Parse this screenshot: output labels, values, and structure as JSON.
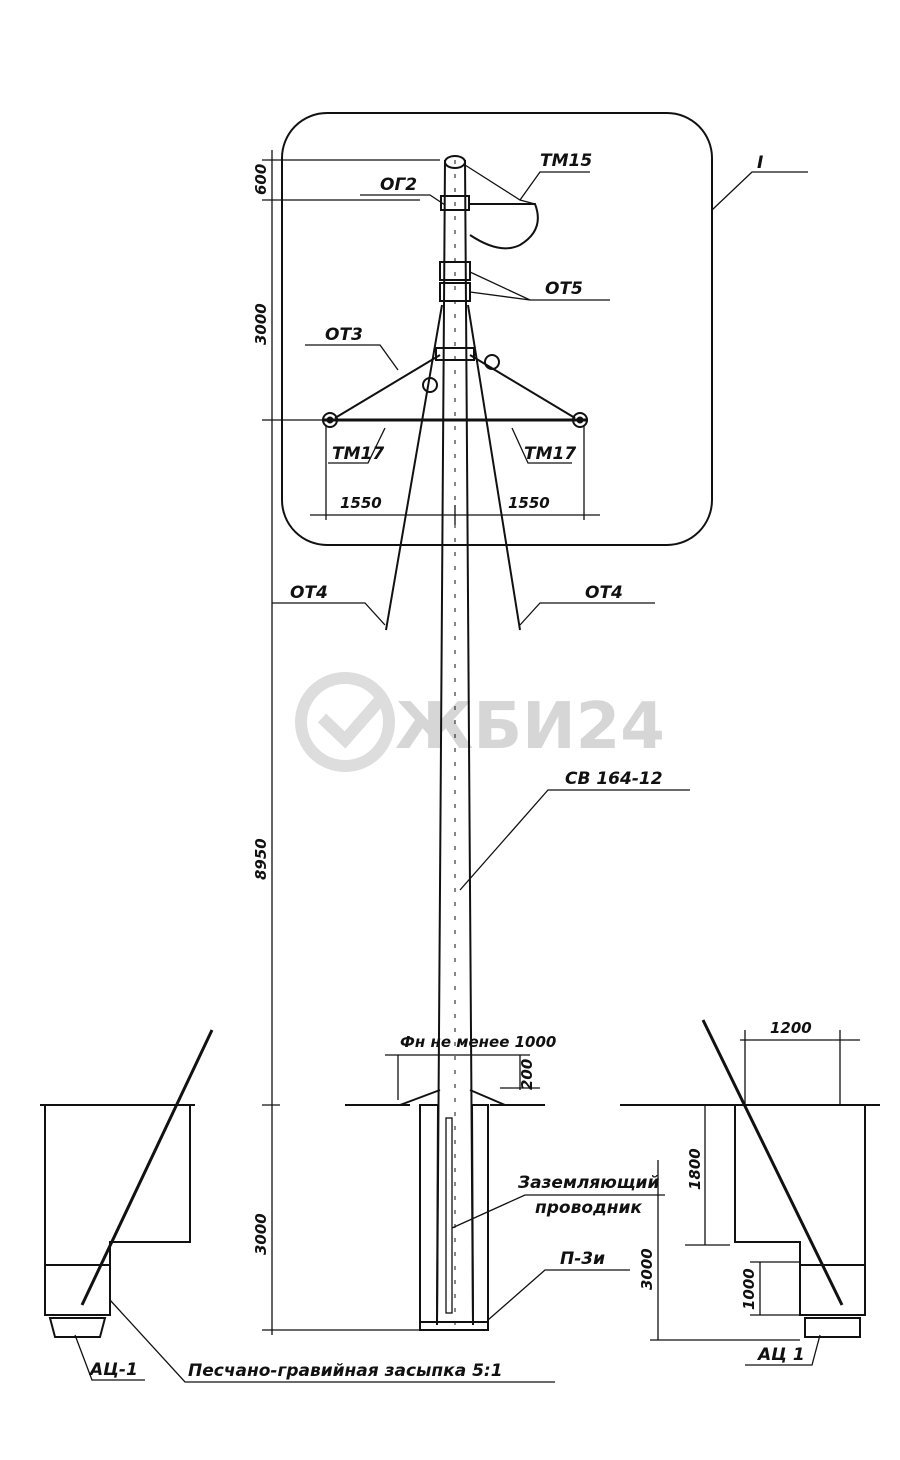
{
  "drawing": {
    "top_labels": {
      "tm15": "ТМ15",
      "og2": "ОГ2",
      "ot5": "ОТ5",
      "ot3": "ОТ3",
      "tm17_left": "ТМ17",
      "tm17_right": "ТМ17",
      "span_left": "1550",
      "span_right": "1550",
      "detail_mark": "I",
      "ot4_left": "ОТ4",
      "ot4_right": "ОТ4"
    },
    "pole_label": "СВ 164-12",
    "dimensions": {
      "top": "600",
      "upper": "3000",
      "main": "8950",
      "buried": "3000",
      "foundation": "Фн не менее 1000",
      "mound": "200",
      "right_width": "1200",
      "right_depth1": "1800",
      "right_depth2": "3000",
      "right_lower": "1000"
    },
    "bottom_labels": {
      "ground_wire_1": "Заземляющий",
      "ground_wire_2": "проводник",
      "p3i": "П-3и",
      "anchor_left": "АЦ-1",
      "anchor_right": "АЦ 1",
      "backfill": "Песчано-гравийная засыпка 5:1"
    },
    "watermark": "ЖБИ24"
  }
}
